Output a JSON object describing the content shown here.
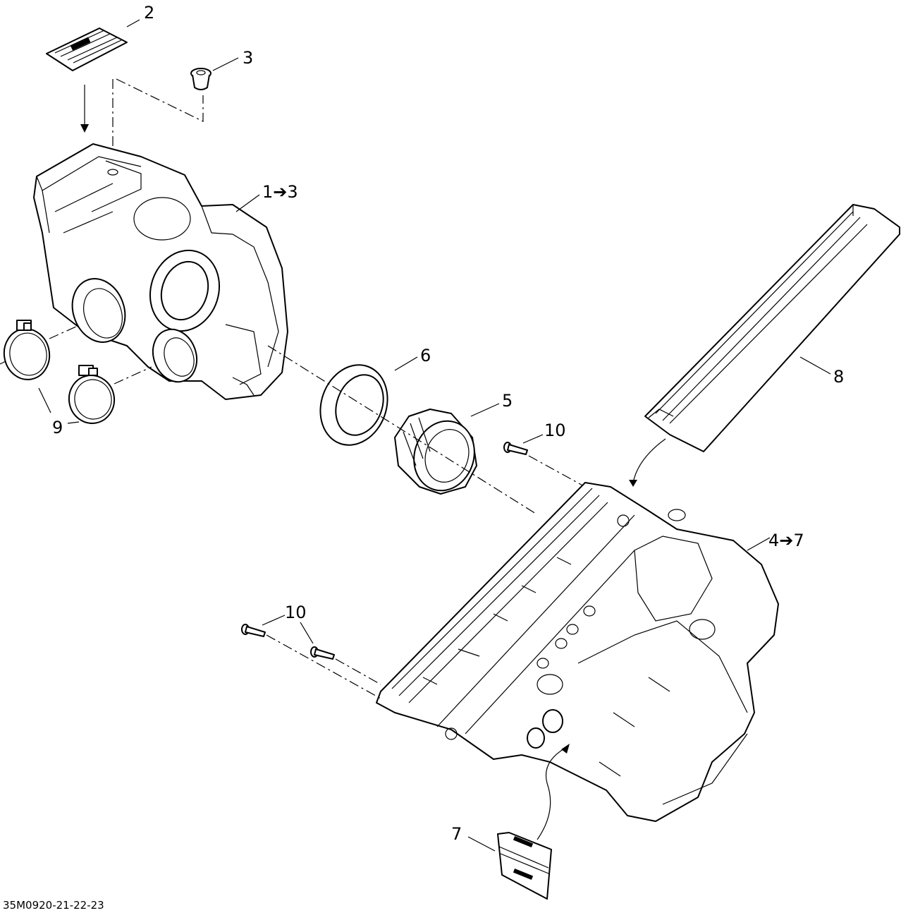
{
  "diagram": {
    "reference_code": "35M0920-21-22-23",
    "callouts": [
      {
        "id": "c2",
        "text": "2"
      },
      {
        "id": "c3",
        "text": "3"
      },
      {
        "id": "c1to3",
        "text": "1➔3"
      },
      {
        "id": "c6",
        "text": "6"
      },
      {
        "id": "c5",
        "text": "5"
      },
      {
        "id": "c10a",
        "text": "10"
      },
      {
        "id": "c8",
        "text": "8"
      },
      {
        "id": "c9",
        "text": "9"
      },
      {
        "id": "c4to7",
        "text": "4➔7"
      },
      {
        "id": "c10b",
        "text": "10"
      },
      {
        "id": "c7",
        "text": "7"
      }
    ]
  },
  "colors": {
    "line": "#000000",
    "background": "#ffffff"
  }
}
